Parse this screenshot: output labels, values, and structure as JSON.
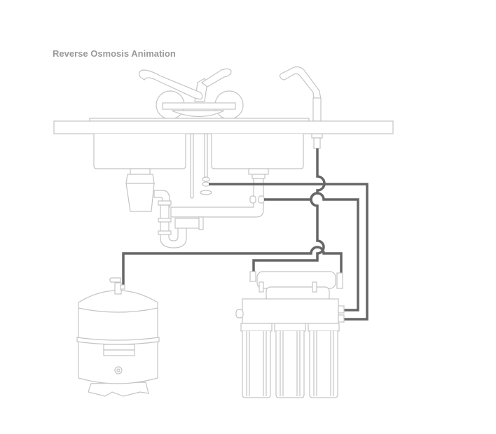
{
  "title": "Reverse Osmosis Animation",
  "colors": {
    "outline": "#c4c4c4",
    "pipe": "#666666",
    "title": "#9a9a9a"
  },
  "components": [
    "kitchen-faucet",
    "ro-faucet",
    "sink",
    "garbage-disposal",
    "drain-trap",
    "storage-tank",
    "ro-filter-unit",
    "membrane-housing"
  ]
}
